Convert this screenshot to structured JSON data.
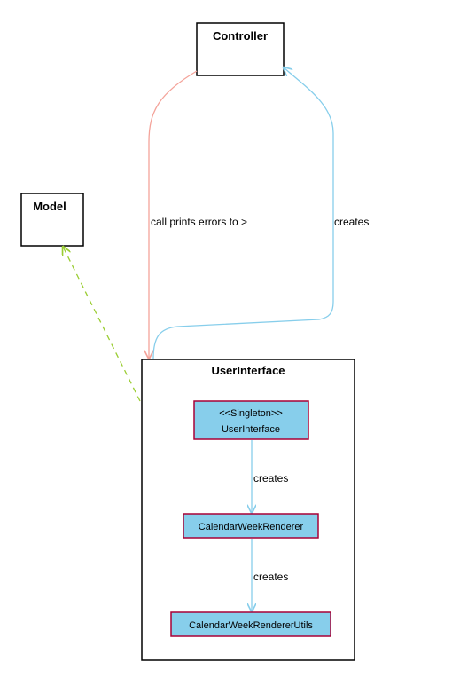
{
  "nodes": {
    "controller": {
      "title": "Controller"
    },
    "model": {
      "title": "Model"
    },
    "user_interface_package": {
      "title": "UserInterface"
    },
    "user_interface_class": {
      "stereotype": "<<Singleton>>",
      "name": "UserInterface"
    },
    "calendar_week_renderer": {
      "name": "CalendarWeekRenderer"
    },
    "calendar_week_renderer_utils": {
      "name": "CalendarWeekRendererUtils"
    }
  },
  "edges": {
    "ui_to_controller": {
      "label": "call prints errors to >"
    },
    "ui_creates_controller": {
      "label": "creates"
    },
    "ui_creates_renderer": {
      "label": "creates"
    },
    "renderer_creates_utils": {
      "label": "creates"
    }
  },
  "colors": {
    "box_border": "#000000",
    "class_fill": "#87ceeb",
    "class_border": "#a80036",
    "salmon_arrow": "#f4a39a",
    "blue_arrow": "#87ceeb",
    "green_dependency": "#9acd32"
  }
}
